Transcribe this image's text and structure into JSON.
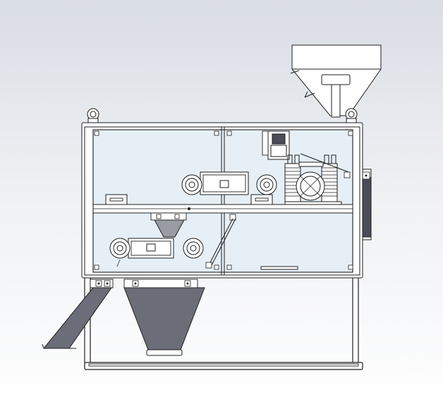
{
  "view": {
    "background_top": "#d9dde4",
    "background_bottom": "#ffffff",
    "accent_dark": "#6b6e78",
    "glass_tint": "#e3edf5"
  },
  "components": [
    "top-hopper",
    "main-cabinet",
    "upper-conveyor",
    "lower-conveyor",
    "coil-spring-assembly",
    "side-panel",
    "discharge-chute",
    "collection-funnel",
    "support-frame"
  ]
}
